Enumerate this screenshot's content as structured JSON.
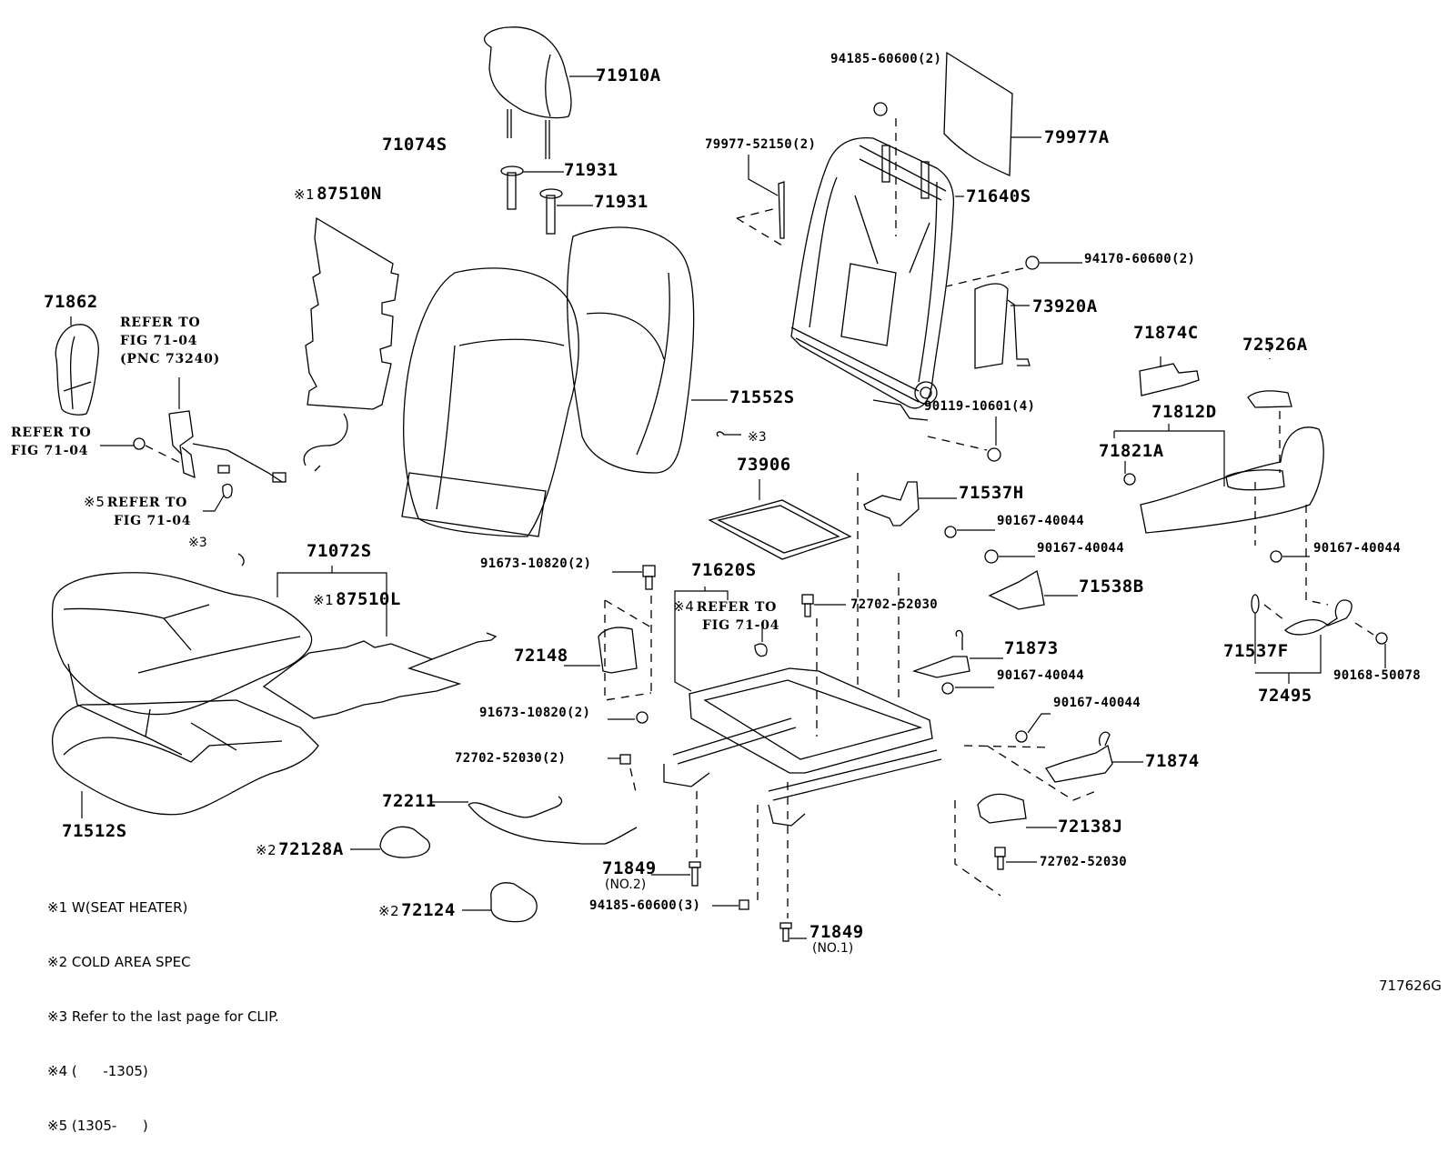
{
  "diagram": {
    "type": "exploded parts diagram",
    "subject": "Front seat assembly",
    "figure_id": "717626G",
    "parts": {
      "p71910A": "71910A",
      "p71931a": "71931",
      "p71931b": "71931",
      "p71074S": "71074S",
      "p87510N": "87510N",
      "p94185_60600_2": "94185-60600(2)",
      "p79977A": "79977A",
      "p79977_52150": "79977-52150(2)",
      "p71640S": "71640S",
      "p94170_60600": "94170-60600(2)",
      "p73920A": "73920A",
      "p71862": "71862",
      "p71552S": "71552S",
      "p71874C": "71874C",
      "p72526A": "72526A",
      "p90119_10601": "90119-10601(4)",
      "p71812D": "71812D",
      "p71821A": "71821A",
      "p73906": "73906",
      "p71537H": "71537H",
      "p90167_a": "90167-40044",
      "p90167_b": "90167-40044",
      "p90167_c": "90167-40044",
      "p90167_d": "90167-40044",
      "p90167_e": "90167-40044",
      "p71072S": "71072S",
      "p87510L": "87510L",
      "p91673_a": "91673-10820(2)",
      "p91673_b": "91673-10820(2)",
      "p71620S": "71620S",
      "p72702_a": "72702-52030",
      "p72702_b": "72702-52030(2)",
      "p72702_c": "72702-52030",
      "p71538B": "71538B",
      "p72148": "72148",
      "p71873": "71873",
      "p71537F": "71537F",
      "p72495": "72495",
      "p90168_50078": "90168-50078",
      "p71874": "71874",
      "p72211": "72211",
      "p72138J": "72138J",
      "p71512S": "71512S",
      "p72128A": "72128A",
      "p72124": "72124",
      "p71849_2": "71849",
      "p71849_1": "71849",
      "p94185_60600_3": "94185-60600(3)"
    },
    "sub_labels": {
      "no2": "(NO.2)",
      "no1": "(NO.1)"
    },
    "refer_notes": {
      "seatbelt": [
        "REFER TO",
        "FIG 71-04",
        "(PNC 73240)"
      ],
      "bolt_left": [
        "REFER TO",
        "FIG 71-04"
      ],
      "cover5": [
        "REFER TO",
        "FIG 71-04"
      ],
      "seat4": [
        "REFER TO",
        "FIG 71-04"
      ]
    },
    "markers": {
      "m1a": "※1",
      "m1b": "※1",
      "m2a": "※2",
      "m2b": "※2",
      "m3a": "※3",
      "m3b": "※3",
      "m4": "※4",
      "m5": "※5"
    },
    "legend": [
      "※1 W(SEAT HEATER)",
      "※2 COLD AREA SPEC",
      "※3 Refer to the last page for CLIP.",
      "※4 (      -1305)",
      "※5 (1305-      )"
    ]
  }
}
